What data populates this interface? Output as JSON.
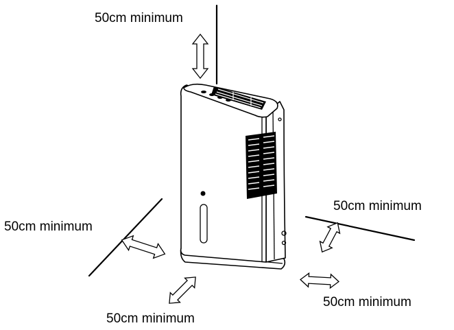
{
  "labels": {
    "top": "50cm minimum",
    "left": "50cm minimum",
    "right": "50cm minimum",
    "bottom_left": "50cm minimum",
    "bottom_right": "50cm minimum"
  },
  "device": {
    "name_icon": "dehumidifier-illustration"
  }
}
